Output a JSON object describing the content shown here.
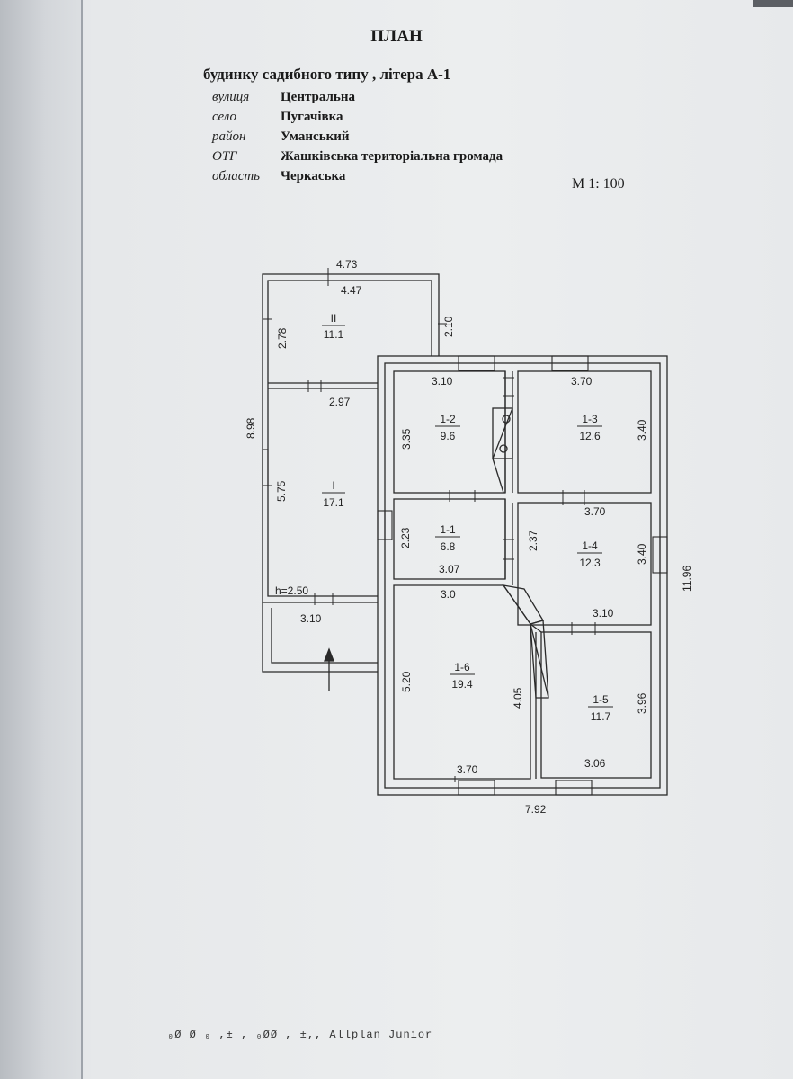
{
  "header": {
    "title": "ПЛАН",
    "subtitle": "будинку садибного типу , літера   А-1"
  },
  "address": [
    {
      "label": "вулиця",
      "value": "Центральна"
    },
    {
      "label": "село",
      "value": "Пугачівка"
    },
    {
      "label": "район",
      "value": "Уманський"
    },
    {
      "label": "ОТГ",
      "value": "Жашківська територіальна громада"
    },
    {
      "label": "область",
      "value": "Черкаська"
    }
  ],
  "scale": "М 1: 100",
  "rooms": [
    {
      "number": "II",
      "area": "11.1"
    },
    {
      "number": "I",
      "area": "17.1"
    },
    {
      "number": "1-2",
      "area": "9.6"
    },
    {
      "number": "1-3",
      "area": "12.6"
    },
    {
      "number": "1-1",
      "area": "6.8"
    },
    {
      "number": "1-4",
      "area": "12.3"
    },
    {
      "number": "1-6",
      "area": "19.4"
    },
    {
      "number": "1-5",
      "area": "11.7"
    }
  ],
  "dimensions": {
    "veranda_outer_width": "4.73",
    "veranda_inner_width": "4.47",
    "room2_height": "2.78",
    "veranda_side": "2.10",
    "left_total": "8.98",
    "room_i_width": "2.97",
    "room_i_height": "5.75",
    "ceiling_height": "h=2.50",
    "porch_width": "3.10",
    "r12_width": "3.10",
    "r12_height": "3.35",
    "r13_width": "3.70",
    "r13_height": "3.40",
    "r11_height": "2.23",
    "r11_width": "3.07",
    "r11_side": "2.37",
    "r14_width": "3.70",
    "r14_height": "3.40",
    "r14_bottom": "3.10",
    "right_total": "11.96",
    "r16_top": "3.0",
    "r16_height": "5.20",
    "r16_side": "4.05",
    "r16_bottom": "3.70",
    "r15_height": "3.96",
    "r15_bottom": "3.06",
    "bottom_total": "7.92"
  },
  "footer": "₀Ø  Ø  ₀  ,±  ,   ₀ØØ ,    ±,,  Allplan Junior"
}
